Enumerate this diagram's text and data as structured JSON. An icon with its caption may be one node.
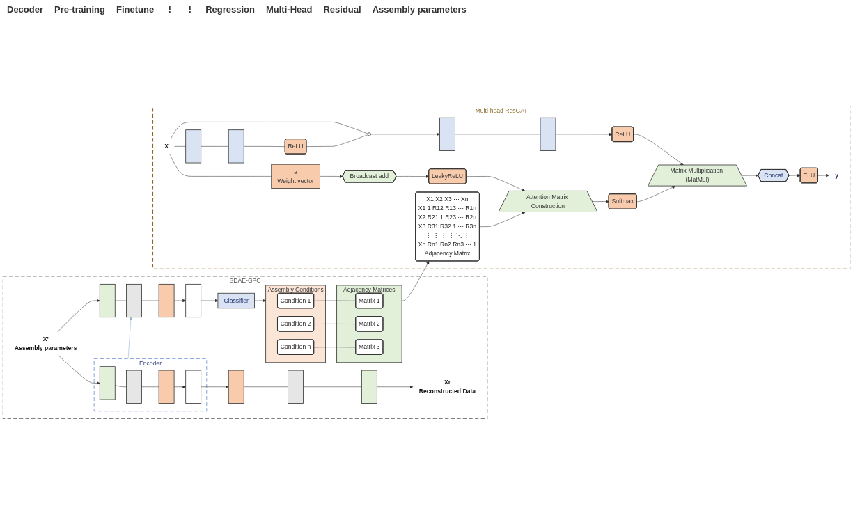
{
  "diagram": {
    "nodes": [
      {
        "text": [
          "SDAE-GPC"
        ]
      },
      {
        "text": [
          "X’",
          "Assembly parameters"
        ],
        "in": 0
      },
      {
        "text": [
          "Encoder"
        ],
        "in": 0
      },
      {
        "text": [],
        "shape": "bar",
        "in": 2
      },
      {
        "text": [],
        "shape": "bar",
        "in": 2
      },
      {
        "text": [],
        "shape": "bar",
        "in": 2
      },
      {
        "text": [],
        "shape": "bar",
        "in": 2
      },
      {
        "text": [],
        "shape": "bar",
        "in": 0
      },
      {
        "text": [],
        "shape": "bar",
        "in": 0
      },
      {
        "text": [],
        "shape": "bar",
        "in": 0
      },
      {
        "text": [
          "Xr",
          "Reconstructed Data"
        ],
        "in": 0
      },
      {
        "text": [],
        "shape": "bar",
        "in": 0
      },
      {
        "text": [],
        "shape": "bar",
        "in": 0
      },
      {
        "text": [],
        "shape": "bar",
        "in": 0
      },
      {
        "text": [],
        "shape": "bar",
        "in": 0
      },
      {
        "text": [
          "Classifier"
        ],
        "in": 0
      },
      {
        "text": [
          "Assembly Conditions"
        ],
        "in": 0
      },
      {
        "text": [
          "Condition 1"
        ],
        "in": 16
      },
      {
        "text": [
          "Condition 2"
        ],
        "in": 16
      },
      {
        "text": [
          "Condition n"
        ],
        "in": 16
      },
      {
        "text": [
          "Adjacency Matrices"
        ],
        "in": 0
      },
      {
        "text": [
          "Matrix 1"
        ],
        "in": 20
      },
      {
        "text": [
          "Matrix 2"
        ],
        "in": 20
      },
      {
        "text": [
          "Matrix 3"
        ],
        "in": 20
      },
      {
        "text": [
          "Multi-head ResGAT"
        ]
      },
      {
        "text": [
          "X1 X2 X3 ⋯ Xn",
          "X1 1 R12 R13 ⋯ R1n",
          "X2 R21 1 R23 ⋯ R2n",
          "X3 R31 R32 1 ⋯ R3n",
          "⋮ ⋮ ⋮ ⋮ ⋱ ⋮",
          "Xn Rn1 Rn2 Rn3 ⋯ 1",
          "Adjacency Matrix"
        ],
        "in": 24
      },
      {
        "text": [
          "Attention Matrix Construction"
        ],
        "in": 24
      },
      {
        "text": [
          "Softmax"
        ],
        "in": 24
      },
      {
        "text": [
          "Matrix Multiplication (MatMul)"
        ],
        "in": 24
      },
      {
        "text": [
          "Concat"
        ],
        "in": 24
      },
      {
        "text": [
          "ELU"
        ],
        "in": 24
      },
      {
        "text": [
          "y"
        ],
        "in": 24
      },
      {
        "text": [
          "LeakyReLU"
        ],
        "in": 24
      },
      {
        "text": [
          "Broadcast add"
        ],
        "in": 24
      },
      {
        "text": [
          "a",
          "Weight vector"
        ],
        "in": 24
      },
      {
        "text": [],
        "shape": "bar",
        "in": 24
      },
      {
        "text": [],
        "shape": "bar",
        "in": 24
      },
      {
        "text": [
          "ReLU"
        ],
        "in": 24
      },
      {
        "text": [],
        "shape": "circle",
        "in": 24
      },
      {
        "text": [],
        "shape": "bar",
        "in": 24
      },
      {
        "text": [],
        "shape": "bar",
        "in": 24
      },
      {
        "text": [
          "ReLU"
        ],
        "in": 24
      },
      {
        "text": [
          "X"
        ],
        "in": 24
      }
    ],
    "edges": [
      {
        "from": 1,
        "to": 3,
        "arrow": "to"
      },
      {
        "from": 1,
        "to": 11,
        "arrow": "to"
      },
      {
        "from": 3,
        "to": 4,
        "arrow": "none"
      },
      {
        "from": 4,
        "to": 5,
        "arrow": "none"
      },
      {
        "from": 5,
        "to": 6,
        "arrow": "to"
      },
      {
        "from": 6,
        "to": 7,
        "arrow": "to"
      },
      {
        "from": 7,
        "to": 8,
        "arrow": "none"
      },
      {
        "from": 8,
        "to": 9,
        "arrow": "none"
      },
      {
        "from": 9,
        "to": 10,
        "arrow": "to"
      },
      {
        "from": 2,
        "to": 12,
        "arrow": "to",
        "color": "#8faadc"
      },
      {
        "from": 11,
        "to": 12,
        "arrow": "none"
      },
      {
        "from": 12,
        "to": 13,
        "arrow": "none"
      },
      {
        "from": 13,
        "to": 14,
        "arrow": "to"
      },
      {
        "from": 14,
        "to": 15,
        "arrow": "to"
      },
      {
        "from": 15,
        "to": 16,
        "arrow": "to"
      },
      {
        "from": 17,
        "to": 21,
        "arrow": "none"
      },
      {
        "from": 18,
        "to": 22,
        "arrow": "none"
      },
      {
        "from": 19,
        "to": 23,
        "arrow": "none"
      },
      {
        "from": 20,
        "to": 25,
        "arrow": "to"
      },
      {
        "from": 25,
        "to": 26,
        "arrow": "to"
      },
      {
        "from": 42,
        "to": 34,
        "arrow": "none"
      },
      {
        "from": 34,
        "to": 33,
        "arrow": "to"
      },
      {
        "from": 33,
        "to": 32,
        "arrow": "to"
      },
      {
        "from": 32,
        "to": 26,
        "arrow": "to"
      },
      {
        "from": 26,
        "to": 27,
        "arrow": "to"
      },
      {
        "from": 27,
        "to": 28,
        "arrow": "to"
      },
      {
        "from": 28,
        "to": 29,
        "arrow": "to"
      },
      {
        "from": 29,
        "to": 30,
        "arrow": "to"
      },
      {
        "from": 30,
        "to": 31,
        "arrow": "to"
      },
      {
        "from": 42,
        "to": 35,
        "arrow": "none"
      },
      {
        "from": 35,
        "to": 36,
        "arrow": "none"
      },
      {
        "from": 36,
        "to": 37,
        "arrow": "none"
      },
      {
        "from": 37,
        "to": 38,
        "arrow": "none"
      },
      {
        "from": 42,
        "to": 38,
        "arrow": "none"
      },
      {
        "from": 38,
        "to": 39,
        "arrow": "to"
      },
      {
        "from": 39,
        "to": 40,
        "arrow": "none"
      },
      {
        "from": 40,
        "to": 41,
        "arrow": "to"
      },
      {
        "from": 41,
        "to": 28,
        "arrow": "to"
      }
    ],
    "labels": [
      "Decoder",
      "Pre-training",
      "Finetune",
      "⋮",
      "⋮",
      "Regression",
      "Multi-Head",
      "Residual",
      "Assembly parameters"
    ]
  }
}
